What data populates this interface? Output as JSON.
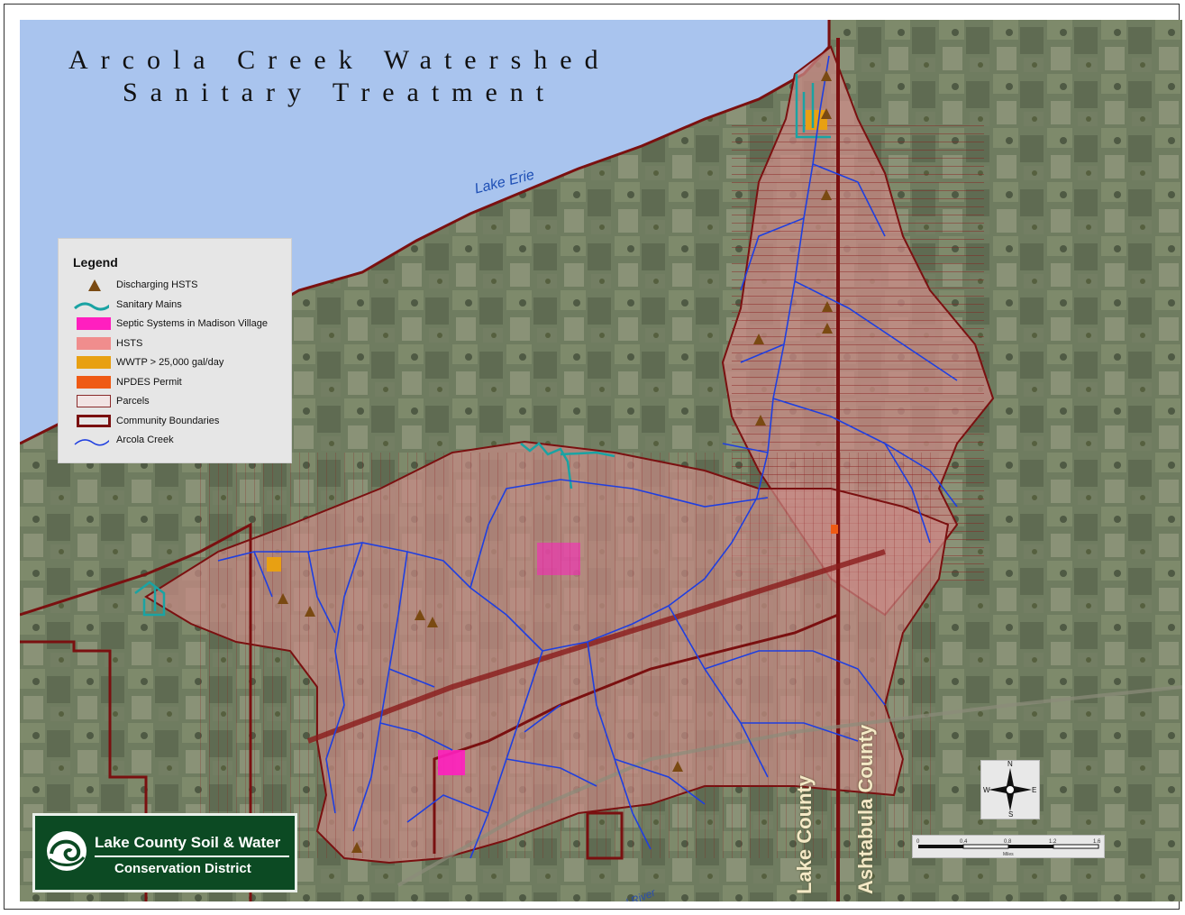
{
  "title": {
    "line1": "Arcola Creek Watershed",
    "line2": "Sanitary Treatment"
  },
  "labels": {
    "lake": "Lake Erie",
    "river": "Grand River",
    "county_west": "Lake County",
    "county_east": "Ashtabula County"
  },
  "legend": {
    "title": "Legend",
    "items": [
      {
        "label": "Discharging HSTS",
        "icon": "triangle-marker",
        "color": "#7a4a12"
      },
      {
        "label": "Sanitary Mains",
        "icon": "wavy-line",
        "color": "#1aa3a3"
      },
      {
        "label": "Septic Systems in Madison Village",
        "icon": "fill-swatch",
        "color": "#ff1fbf"
      },
      {
        "label": "HSTS",
        "icon": "fill-swatch",
        "color": "#f08d8d"
      },
      {
        "label": "WWTP > 25,000 gal/day",
        "icon": "fill-swatch",
        "color": "#e8a012"
      },
      {
        "label": "NPDES Permit",
        "icon": "fill-swatch",
        "color": "#ef5a14"
      },
      {
        "label": "Parcels",
        "icon": "outline-swatch",
        "color": "#8a2b2b"
      },
      {
        "label": "Community Boundaries",
        "icon": "thick-outline-swatch",
        "color": "#7a1010"
      },
      {
        "label": "Arcola Creek",
        "icon": "wavy-line",
        "color": "#1f3fe0"
      }
    ]
  },
  "logo": {
    "line1": "Lake County Soil & Water",
    "line2": "Conservation District"
  },
  "compass": {
    "n": "N",
    "s": "S",
    "e": "E",
    "w": "W"
  },
  "scalebar": {
    "ticks": [
      "0",
      "0.4",
      "0.8",
      "1.2",
      "1.6"
    ],
    "unit": "Miles"
  },
  "colors": {
    "water": "#a9c4ee",
    "boundary": "#7a1010",
    "hsts": "#f08d8d",
    "creek": "#1f3fe0",
    "sanitary": "#1aa3a3"
  }
}
